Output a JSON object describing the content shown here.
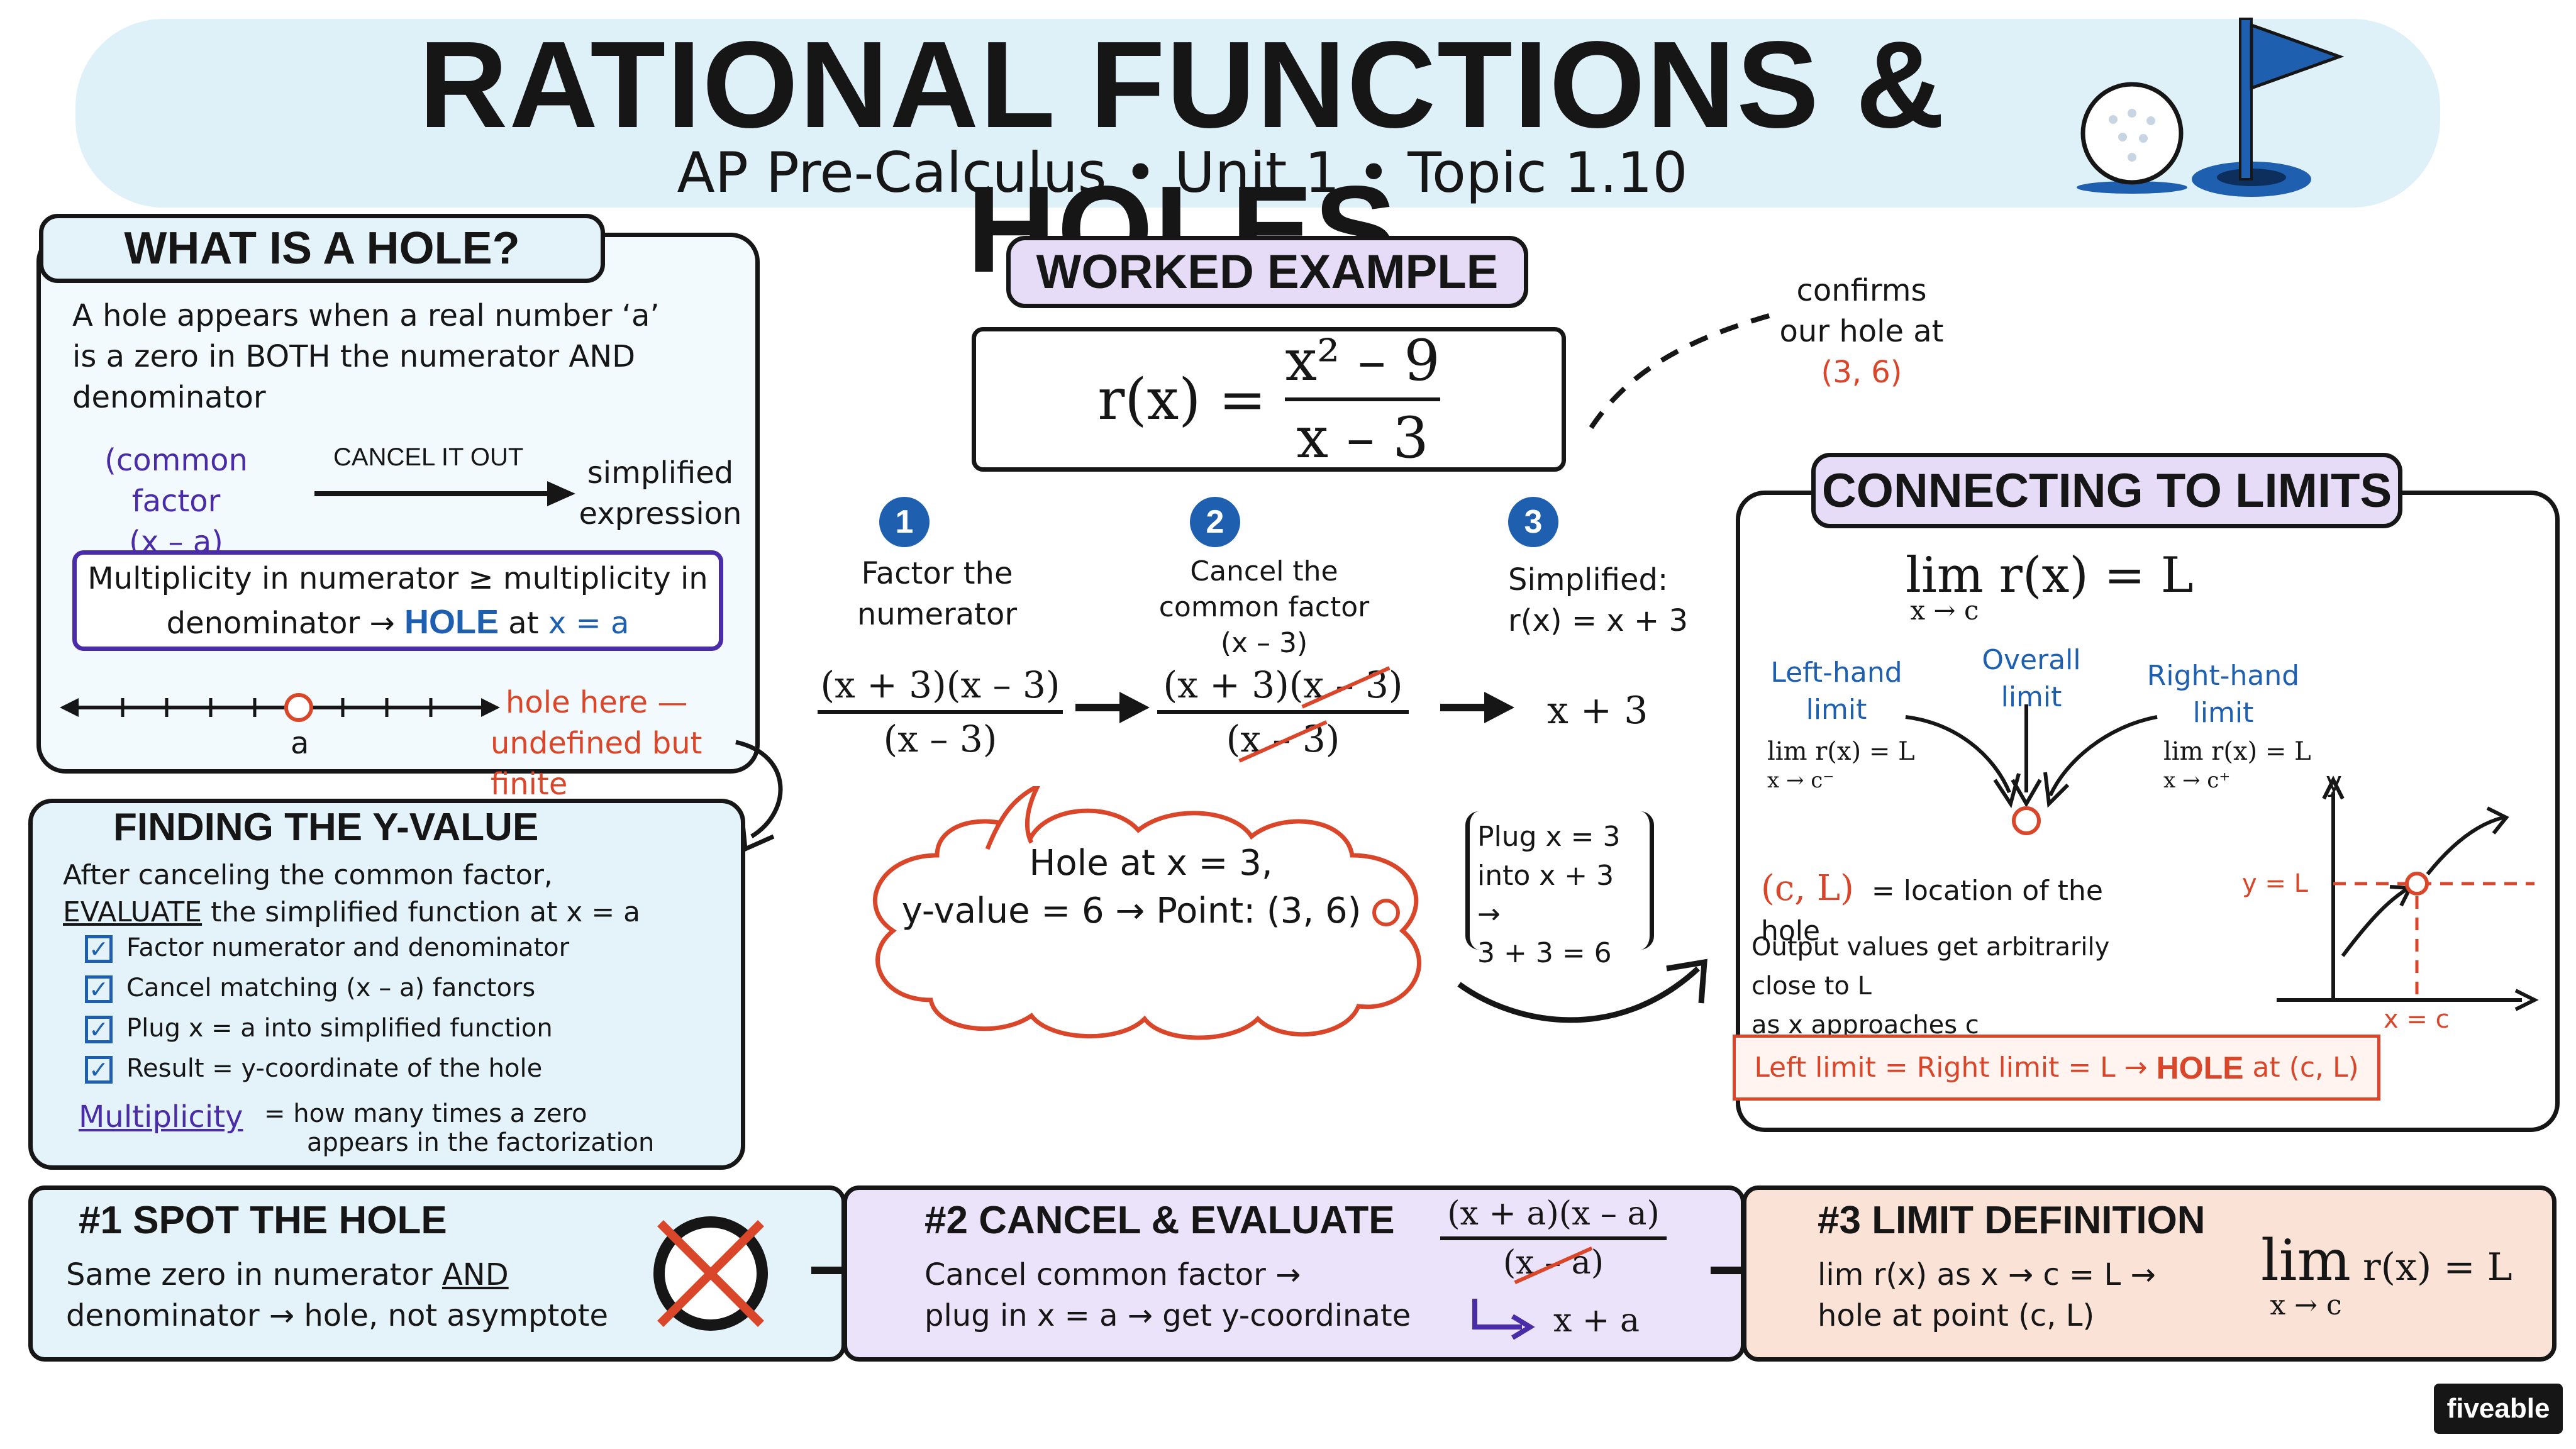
{
  "colors": {
    "blue": "#1f5fb0",
    "red": "#d9462a",
    "purple": "#4a2ca8",
    "header_bg": "#dff1f8",
    "label_purple": "#e6dcf7",
    "panel_blue": "#e4f3fa",
    "panel_purple": "#ebe3f9",
    "panel_peach": "#fbe2d6"
  },
  "header": {
    "title": "RATIONAL FUNCTIONS & HOLES",
    "subtitle": "AP Pre-Calculus • Unit 1 • Topic 1.10",
    "icons": [
      "golf-ball-icon",
      "golf-flag-icon"
    ]
  },
  "what_is_hole": {
    "label": "WHAT IS A HOLE?",
    "intro_1": "A hole appears when a real number ‘a’",
    "intro_2": "is a zero in BOTH the numerator AND",
    "intro_3": "denominator",
    "common_factor_1": "(common factor",
    "common_factor_2": "(x – a)",
    "cancel": "CANCEL IT OUT",
    "simplified_1": "simplified",
    "simplified_2": "expression",
    "rule_1": "Multiplicity in numerator ≥ multiplicity in",
    "rule_2_a": "denominator →",
    "rule_2_b": "HOLE",
    "rule_2_c": "at",
    "rule_2_d": "x = a",
    "number_line_point": "a",
    "hole_note_1": "hole here —",
    "hole_note_2": "undefined but finite"
  },
  "finding_y": {
    "label": "FINDING THE Y-VALUE",
    "intro_1": "After canceling the common factor,",
    "intro_2_a": "EVALUATE",
    "intro_2_b": "the simplified function at x = a",
    "checklist": [
      "Factor numerator and denominator",
      "Cancel matching (x – a) fanctors",
      "Plug x = a into simplified function",
      "Result = y-coordinate of the hole"
    ],
    "multiplicity_term": "Multiplicity",
    "multiplicity_def_1": "= how many times a zero",
    "multiplicity_def_2": "appears in the factorization"
  },
  "worked_example": {
    "label": "WORKED EXAMPLE",
    "lhs": "r(x) =",
    "numerator": "x² – 9",
    "denominator": "x – 3",
    "confirm_1": "confirms",
    "confirm_2": "our hole at",
    "confirm_3": "(3, 6)",
    "steps": [
      {
        "num": "1",
        "title_1": "Factor the",
        "title_2": "numerator",
        "num_expr": "(x + 3)(x – 3)",
        "den_expr": "(x – 3)"
      },
      {
        "num": "2",
        "title_1": "Cancel the",
        "title_2": "common factor",
        "title_3": "(x – 3)",
        "num_a": "(x + 3)(",
        "num_b": "x – 3",
        "num_c": ")",
        "den_a": "(",
        "den_b": "x – 3",
        "den_c": ")"
      },
      {
        "num": "3",
        "title_1": "Simplified:",
        "title_2": "r(x) = x + 3",
        "result": "x + 3"
      }
    ],
    "cloud_1": "Hole at x = 3,",
    "cloud_2": "y-value = 6 → Point: (3, 6)",
    "plug_1": "Plug x = 3",
    "plug_2": "into x + 3 →",
    "plug_3": "3 + 3 = 6"
  },
  "limits": {
    "label": "CONNECTING TO LIMITS",
    "main_lim": "lim",
    "main_sub": "x → c",
    "main_rest": "r(x) = L",
    "left_title_1": "Left-hand",
    "left_title_2": "limit",
    "overall_title_1": "Overall",
    "overall_title_2": "limit",
    "right_title_1": "Right-hand",
    "right_title_2": "limit",
    "left_expr": "lim r(x) = L",
    "left_sub": "x → c⁻",
    "right_expr": "lim r(x) = L",
    "right_sub": "x → c⁺",
    "cl": "(c, L)",
    "cl_desc": "= location of the hole",
    "output_1": "Output values get arbitrarily close to L",
    "output_2": "as x approaches c",
    "graph_y": "y",
    "graph_yl": "y = L",
    "graph_xc": "x = c",
    "summary_a": "Left limit = Right limit = L →",
    "summary_b": "HOLE",
    "summary_c": "at (c, L)"
  },
  "bottom": {
    "p1": {
      "title": "#1 SPOT THE HOLE",
      "line_1_a": "Same zero in numerator",
      "line_1_b": "AND",
      "line_2": "denominator → hole, not asymptote"
    },
    "p2": {
      "title": "#2 CANCEL & EVALUATE",
      "line_1": "Cancel common factor →",
      "line_2": "plug in x = a → get y-coordinate",
      "num": "(x + a)(x – a)",
      "den_a": "(",
      "den_b": "x – a",
      "den_c": ")",
      "result": "x + a"
    },
    "p3": {
      "title": "#3 LIMIT DEFINITION",
      "line_1": "lim r(x) as x → c = L →",
      "line_2": "hole at point (c, L)",
      "lim": "lim",
      "lim_sub": "x → c",
      "lim_rest": "r(x) = L"
    }
  },
  "brand": "fiveable"
}
